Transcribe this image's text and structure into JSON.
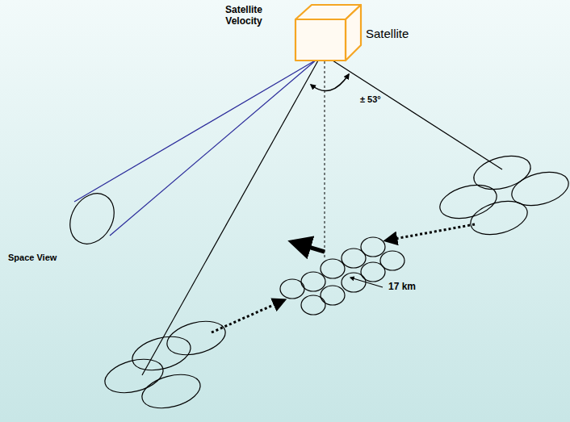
{
  "diagram": {
    "labels": [
      "Satellite Velocity",
      "Satellite",
      "± 53°",
      "Space View",
      "17 km"
    ]
  }
}
